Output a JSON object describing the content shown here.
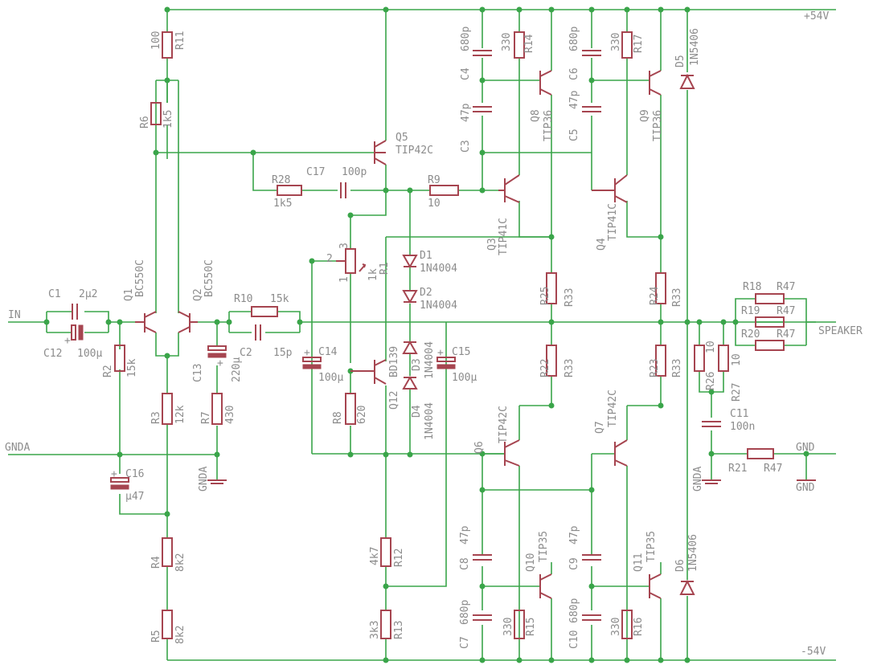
{
  "rails": {
    "pos": "+54V",
    "neg": "-54V"
  },
  "ports": {
    "in": "IN",
    "gnda": "GNDA",
    "gnd": "GND",
    "speaker": "SPEAKER"
  },
  "components": {
    "R11": {
      "ref": "R11",
      "val": "100"
    },
    "R6": {
      "ref": "R6",
      "val": "1k5"
    },
    "R28": {
      "ref": "R28",
      "val": "1k5"
    },
    "C17": {
      "ref": "C17",
      "val": "100p"
    },
    "Q5": {
      "ref": "Q5",
      "val": "TIP42C"
    },
    "R9": {
      "ref": "R9",
      "val": "10"
    },
    "C4": {
      "ref": "C4",
      "val": "680p"
    },
    "C3": {
      "ref": "C3",
      "val": "47p"
    },
    "R14": {
      "ref": "R14",
      "val": "330"
    },
    "Q8": {
      "ref": "Q8",
      "val": "TIP36"
    },
    "C6": {
      "ref": "C6",
      "val": "680p"
    },
    "C5": {
      "ref": "C5",
      "val": "47p"
    },
    "R17": {
      "ref": "R17",
      "val": "330"
    },
    "Q9": {
      "ref": "Q9",
      "val": "TIP36"
    },
    "D5": {
      "ref": "D5",
      "val": "1N5406"
    },
    "Q3": {
      "ref": "Q3",
      "val": "TIP41C"
    },
    "Q4": {
      "ref": "Q4",
      "val": "TIP41C"
    },
    "R1": {
      "ref": "R1",
      "val": "1k"
    },
    "D1": {
      "ref": "D1",
      "val": "1N4004"
    },
    "D2": {
      "ref": "D2",
      "val": "1N4004"
    },
    "D3": {
      "ref": "D3",
      "val": "1N4004"
    },
    "D4": {
      "ref": "D4",
      "val": "1N4004"
    },
    "R25": {
      "ref": "R25",
      "val": "R33"
    },
    "R24": {
      "ref": "R24",
      "val": "R33"
    },
    "R22": {
      "ref": "R22",
      "val": "R33"
    },
    "R23": {
      "ref": "R23",
      "val": "R33"
    },
    "C1": {
      "ref": "C1",
      "val": "2µ2"
    },
    "C12": {
      "ref": "C12",
      "val": "100µ"
    },
    "Q1": {
      "ref": "Q1",
      "val": "BC550C"
    },
    "Q2": {
      "ref": "Q2",
      "val": "BC550C"
    },
    "R10": {
      "ref": "R10",
      "val": "15k"
    },
    "C2": {
      "ref": "C2",
      "val": "15p"
    },
    "R2": {
      "ref": "R2",
      "val": "15k"
    },
    "C13": {
      "ref": "C13",
      "val": "220µ"
    },
    "C14": {
      "ref": "C14",
      "val": "100µ"
    },
    "C15": {
      "ref": "C15",
      "val": "100µ"
    },
    "Q12": {
      "ref": "Q12",
      "val": "BD139"
    },
    "R8": {
      "ref": "R8",
      "val": "620"
    },
    "R3": {
      "ref": "R3",
      "val": "12k"
    },
    "R7": {
      "ref": "R7",
      "val": "430"
    },
    "C16": {
      "ref": "C16",
      "val": "µ47"
    },
    "R18": {
      "ref": "R18",
      "val": "R47"
    },
    "R19": {
      "ref": "R19",
      "val": "R47"
    },
    "R20": {
      "ref": "R20",
      "val": "R47"
    },
    "R26": {
      "ref": "R26",
      "val": "10"
    },
    "R27": {
      "ref": "R27",
      "val": "10"
    },
    "C11": {
      "ref": "C11",
      "val": "100n"
    },
    "R21": {
      "ref": "R21",
      "val": "R47"
    },
    "Q6": {
      "ref": "Q6",
      "val": "TIP42C"
    },
    "Q7": {
      "ref": "Q7",
      "val": "TIP42C"
    },
    "R4": {
      "ref": "R4",
      "val": "8k2"
    },
    "R5": {
      "ref": "R5",
      "val": "8k2"
    },
    "R12": {
      "ref": "R12",
      "val": "4k7"
    },
    "R13": {
      "ref": "R13",
      "val": "3k3"
    },
    "C8": {
      "ref": "C8",
      "val": "47p"
    },
    "C7": {
      "ref": "C7",
      "val": "680p"
    },
    "Q10": {
      "ref": "Q10",
      "val": "TIP35"
    },
    "R15": {
      "ref": "R15",
      "val": "330"
    },
    "C9": {
      "ref": "C9",
      "val": "47p"
    },
    "C10": {
      "ref": "C10",
      "val": "680p"
    },
    "Q11": {
      "ref": "Q11",
      "val": "TIP35"
    },
    "R16": {
      "ref": "R16",
      "val": "330"
    },
    "D6": {
      "ref": "D6",
      "val": "1N5406"
    }
  },
  "pot_pins": {
    "p1": "1",
    "p2": "2",
    "p3": "3"
  }
}
